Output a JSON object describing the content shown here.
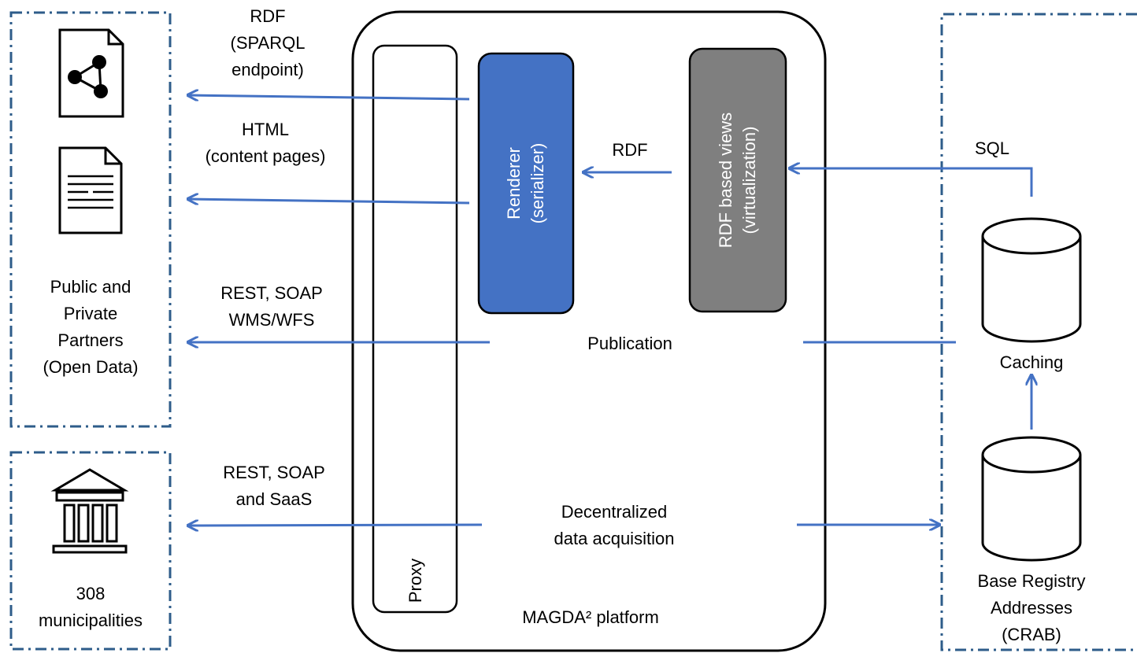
{
  "colors": {
    "arrow": "#4472C4",
    "renderer_fill": "#4472C4",
    "views_fill": "#7F7F7F",
    "border": "#000000",
    "dashed_border": "#2E5C8A"
  },
  "boxes": {
    "partners_label": "Public and\nPrivate\nPartners\n(Open Data)",
    "municipalities_label": "308\nmunicipalities",
    "platform_label": "MAGDA² platform",
    "proxy_label": "Proxy",
    "renderer_label": "Renderer\n(serializer)",
    "views_label": "RDF based views\n(virtualization)",
    "caching_label": "Caching",
    "base_registry_label": "Base Registry\nAddresses\n(CRAB)"
  },
  "flows": {
    "rdf_sparql": "RDF\n(SPARQL\nendpoint)",
    "html_pages": "HTML\n(content pages)",
    "rdf_internal": "RDF",
    "sql": "SQL",
    "rest_soap_wms": "REST, SOAP\nWMS/WFS",
    "publication": "Publication",
    "rest_soap_saas": "REST, SOAP\nand SaaS",
    "decentralized": "Decentralized\ndata acquisition"
  },
  "icons": [
    "rdf-graph-document-icon",
    "html-document-icon",
    "government-building-icon",
    "database-icon"
  ]
}
